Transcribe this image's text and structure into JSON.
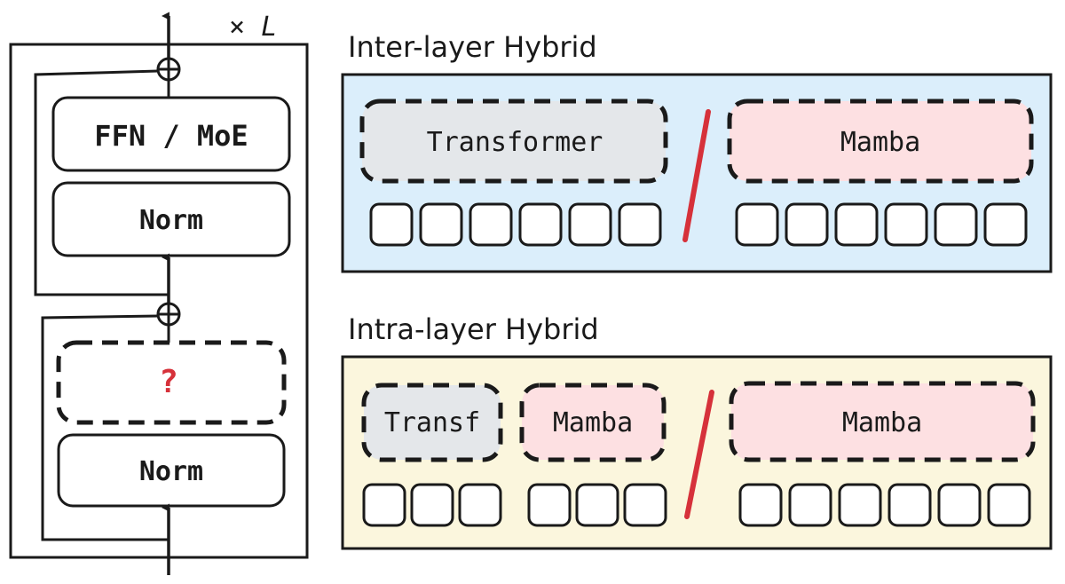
{
  "block": {
    "repeat_label": "× L",
    "top_norm_label": "FFN / MoE",
    "mid_norm_label": "Norm",
    "mixer_label": "?",
    "bottom_norm_label": "Norm"
  },
  "inter_layer": {
    "title": "Inter-layer Hybrid",
    "left_label": "Transformer",
    "right_label": "Mamba",
    "left_tokens": 6,
    "right_tokens": 6
  },
  "intra_layer": {
    "title": "Intra-layer Hybrid",
    "left_a_label": "Transf",
    "left_b_label": "Mamba",
    "right_label": "Mamba",
    "left_a_tokens": 3,
    "left_b_tokens": 3,
    "right_tokens": 6
  },
  "colors": {
    "stroke": "#1a1a1a",
    "inter_bg": "#dbeefb",
    "intra_bg": "#fbf6dd",
    "transformer_fill": "#e4e7ea",
    "mamba_fill": "#fde0e2",
    "accent_red": "#d6313a"
  }
}
